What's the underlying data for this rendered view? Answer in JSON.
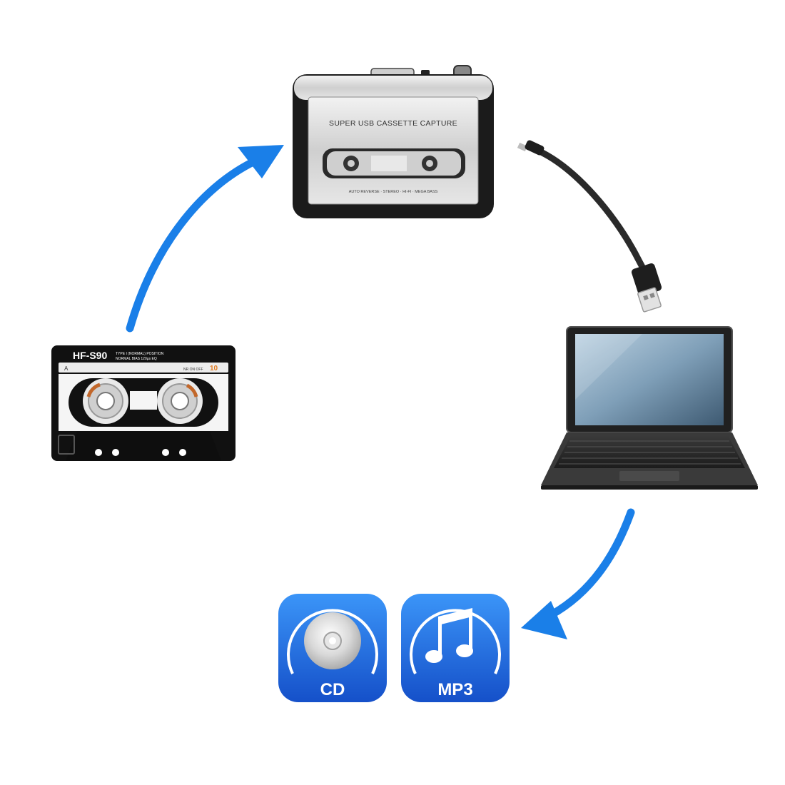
{
  "cassette_player": {
    "label": "SUPER USB CASSETTE CAPTURE",
    "features": "AUTO REVERSE · STEREO · HI-FI · MEGA BASS"
  },
  "cassette_tape": {
    "brand": "HF-S90",
    "type_line": "TYPE I (NORMAL) POSITION",
    "bias_line": "NORMAL BIAS 120μs EQ",
    "side": "A",
    "number": "10",
    "nr_line": "NR ON OFF"
  },
  "outputs": {
    "cd_label": "CD",
    "mp3_label": "MP3"
  },
  "colors": {
    "arrow": "#1a7fe8",
    "icon_top": "#2f8cf6",
    "icon_bottom": "#1459cf",
    "device_body": "#1b1b1b",
    "silver": "#d8d8d8"
  },
  "icons": [
    "cassette-player-icon",
    "usb-cable-icon",
    "laptop-icon",
    "cassette-tape-icon",
    "cd-app-icon",
    "mp3-app-icon",
    "arrow-icon"
  ]
}
